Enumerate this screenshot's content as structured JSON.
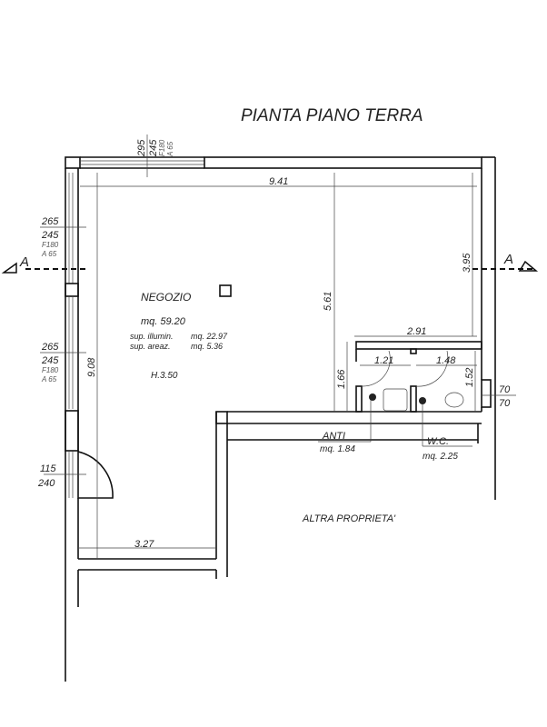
{
  "title": "PIANTA PIANO TERRA",
  "section_marker": "A",
  "rooms": {
    "negozio": {
      "name": "NEGOZIO",
      "area": "mq. 59.20",
      "illum_label": "sup. illumin.",
      "illum_value": "mq. 22.97",
      "aeraz_label": "sup. areaz.",
      "aeraz_value": "mq. 5.36",
      "height": "H.3.50"
    },
    "anti": {
      "name": "ANTI",
      "area": "mq. 1.84"
    },
    "wc": {
      "name": "W.C.",
      "area": "mq. 2.25"
    },
    "other": {
      "name": "ALTRA PROPRIETA'"
    }
  },
  "dimensions": {
    "width_top": "9.41",
    "height_left": "9.08",
    "inner_height": "5.61",
    "right_height": "3.95",
    "bath_width": "2.91",
    "bath_height": "1.66",
    "anti_width": "1.21",
    "wc_width": "1.48",
    "wc_depth": "1.52",
    "bottom_width": "3.27"
  },
  "openings": {
    "top_window": [
      "295",
      "245",
      "F180",
      "A 65"
    ],
    "left_window_1": [
      "265",
      "245",
      "F180",
      "A 65"
    ],
    "left_window_2": [
      "265",
      "245",
      "F180",
      "A 65"
    ],
    "door": [
      "115",
      "240"
    ],
    "wc_window": [
      "70",
      "70"
    ]
  }
}
